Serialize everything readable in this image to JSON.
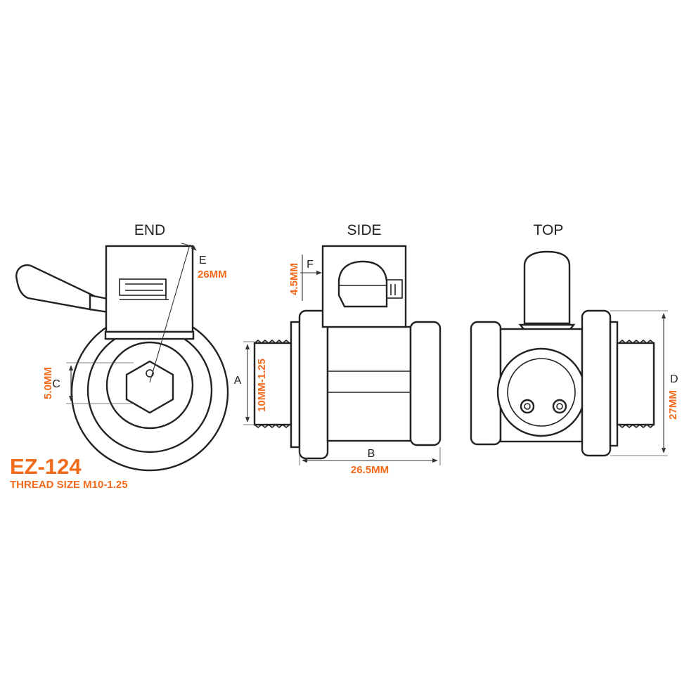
{
  "views": {
    "end": {
      "title": "END"
    },
    "side": {
      "title": "SIDE"
    },
    "top": {
      "title": "TOP"
    }
  },
  "dimensions": {
    "A": {
      "letter": "A",
      "value": "10MM-1.25"
    },
    "B": {
      "letter": "B",
      "value": "26.5MM"
    },
    "C": {
      "letter": "C",
      "value": "5.0MM"
    },
    "D": {
      "letter": "D",
      "value": "27MM"
    },
    "E": {
      "letter": "E",
      "value": "26MM"
    },
    "F": {
      "letter": "F",
      "value": "4.5MM"
    }
  },
  "product": {
    "model": "EZ-124",
    "thread_size": "THREAD SIZE M10-1.25"
  },
  "colors": {
    "accent": "#f26a1b",
    "line": "#222222"
  }
}
